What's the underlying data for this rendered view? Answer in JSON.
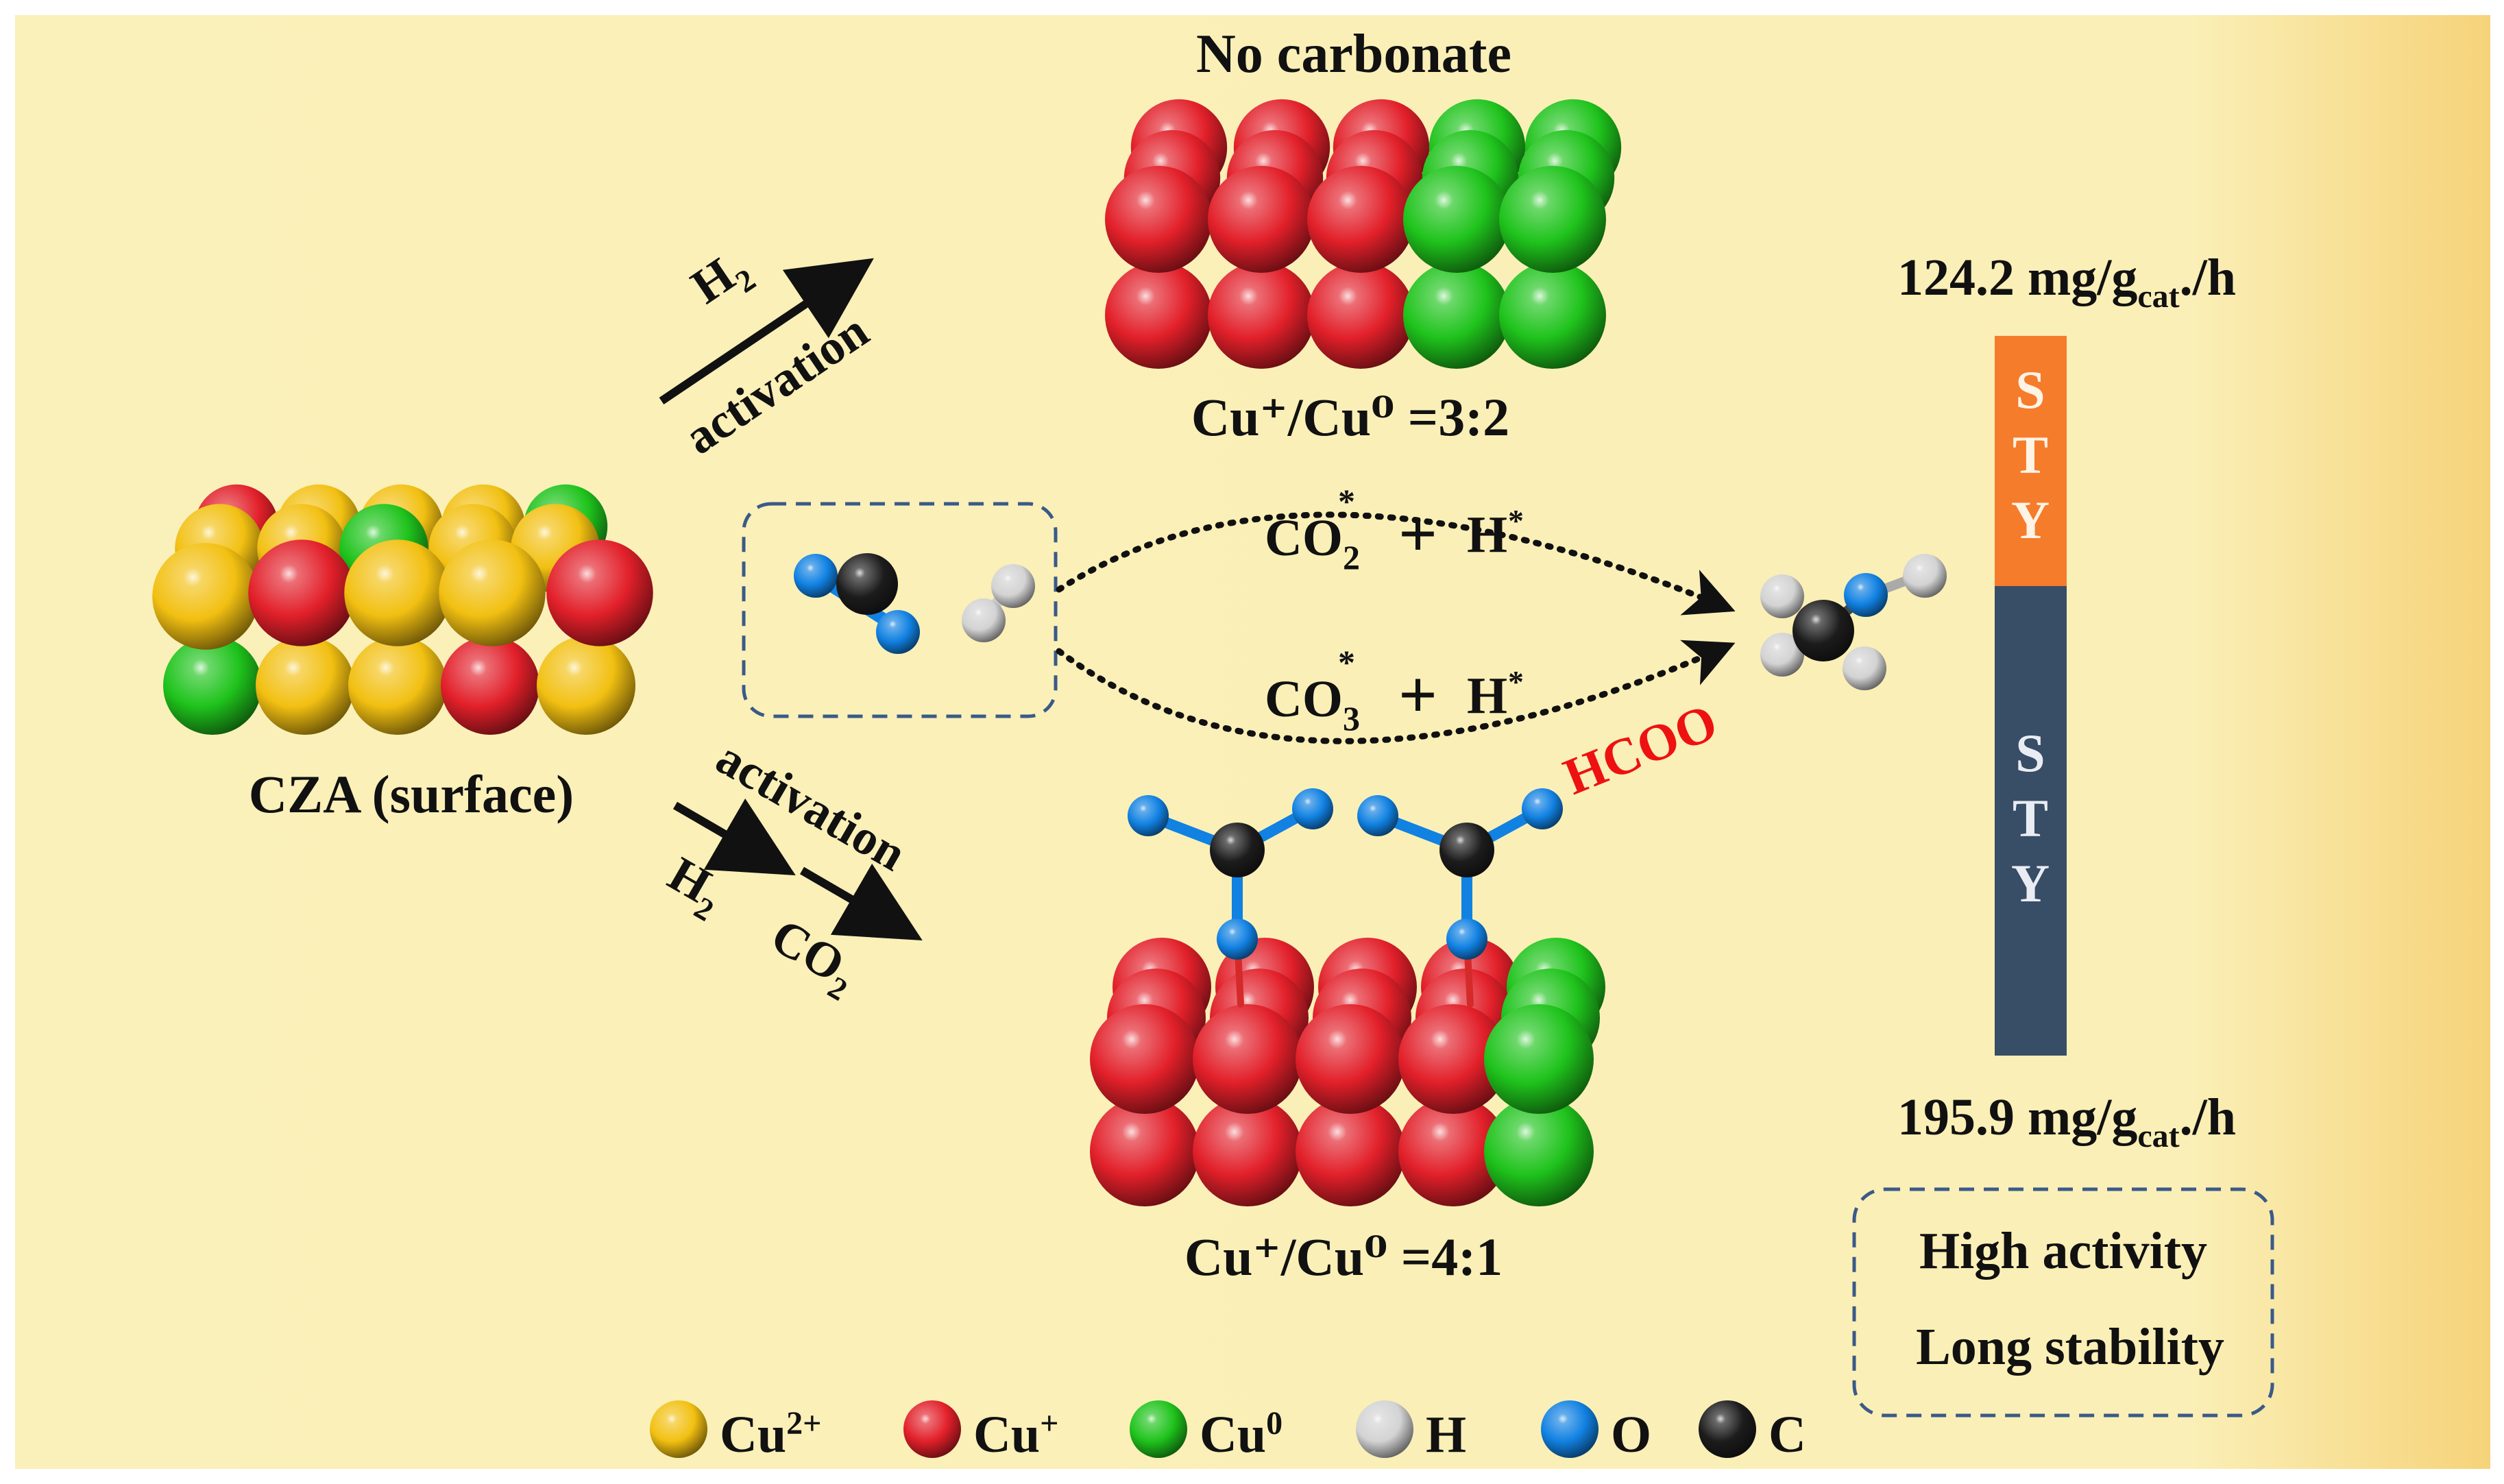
{
  "background": {
    "color": "#faf0b9",
    "edge_color": "#f7d57e"
  },
  "colors": {
    "cu2": "#f2c012",
    "cu1": "#e2202a",
    "cu0": "#1fc31c",
    "h": "#d3d3d3",
    "o": "#1181e2",
    "c": "#1c1c1c",
    "sty_top": "#f57c2b",
    "sty_bottom": "#384d66",
    "hcoo": "#ee1111"
  },
  "labels": {
    "no_carbonate": "No carbonate",
    "czа_surface": "CZA (surface)",
    "ratio_top": "Cu⁺/Cu⁰ =3:2",
    "ratio_bottom": "Cu⁺/Cu⁰ =4:1",
    "h2_upper": "H",
    "h2_upper_sub": "2",
    "activation_upper": "activation",
    "activation_lower": "activation",
    "h2_lower": "H",
    "h2_lower_sub": "2",
    "co2_lower": "CO",
    "co2_lower_sub": "2",
    "path_top_species": "CO",
    "path_top_sub": "2",
    "path_top_star": "*",
    "path_top_plus": "+",
    "path_top_h": "H",
    "path_top_h_star": "*",
    "path_bottom_species": "CO",
    "path_bottom_sub": "3",
    "path_bottom_star": "*",
    "path_bottom_plus": "+",
    "path_bottom_h": "H",
    "path_bottom_h_star": "*",
    "hcoo": "HCOO",
    "sty_top_value": "124.2 mg/g",
    "sty_top_sub": "cat",
    "sty_top_unit": "./h",
    "sty_bottom_value": "195.9 mg/g",
    "sty_bottom_sub": "cat",
    "sty_bottom_unit": "./h",
    "sty_letters_top": [
      "S",
      "T",
      "Y"
    ],
    "sty_letters_bottom": [
      "S",
      "T",
      "Y"
    ],
    "box_line1": "High activity",
    "box_line2": "Long stability"
  },
  "legend": [
    {
      "label": "Cu",
      "sup": "2+",
      "color_key": "cu2"
    },
    {
      "label": "Cu",
      "sup": "+",
      "color_key": "cu1"
    },
    {
      "label": "Cu",
      "sup": "0",
      "color_key": "cu0"
    },
    {
      "label": "H",
      "sup": "",
      "color_key": "h"
    },
    {
      "label": "O",
      "sup": "",
      "color_key": "o"
    },
    {
      "label": "C",
      "sup": "",
      "color_key": "c"
    }
  ]
}
